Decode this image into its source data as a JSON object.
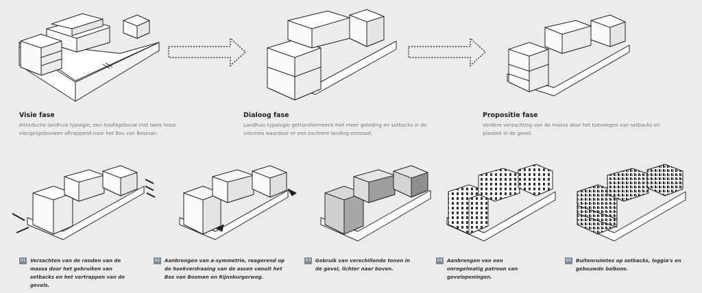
{
  "phases": [
    {
      "title": "Visie fase",
      "description": "Introductie landhuis typolgie, een hoofdgebouw met twee losse vleugelgebouwen aftrappend naar het Bos van Bosman."
    },
    {
      "title": "Dialoog fase",
      "description": "Landhuis typologie getransformeerd met meer geleding en setbacks in de volumes waardoor er een zachtere landing ontstaat."
    },
    {
      "title": "Propositie fase",
      "description": "Verdere verzachting van de massa door het toevoegen van setbacks en plastiek in de gevel."
    }
  ],
  "steps": [
    {
      "number": "01",
      "description": "Verzachten van de randen van de massa door het gebruiken van setbacks en het vertrappen van de gevels."
    },
    {
      "number": "02",
      "description": "Aanbrengen van a-symmetrie, reagerend op de hoekverdraaing van de assen vanuit het Bos van Bosman en Rijnsburgerweg."
    },
    {
      "number": "03",
      "description": "Gebruik van verschillende tonen in de gevel, lichter naar boven."
    },
    {
      "number": "04",
      "description": "Aanbrengen van een onregelmatig patroon van gevelopeningen."
    },
    {
      "number": "05",
      "description": "Buitenruimtes op setbacks, loggia's en gebouwde balkons."
    }
  ],
  "colors": {
    "background": "#ececec",
    "step_badge": "#7a8a94"
  }
}
